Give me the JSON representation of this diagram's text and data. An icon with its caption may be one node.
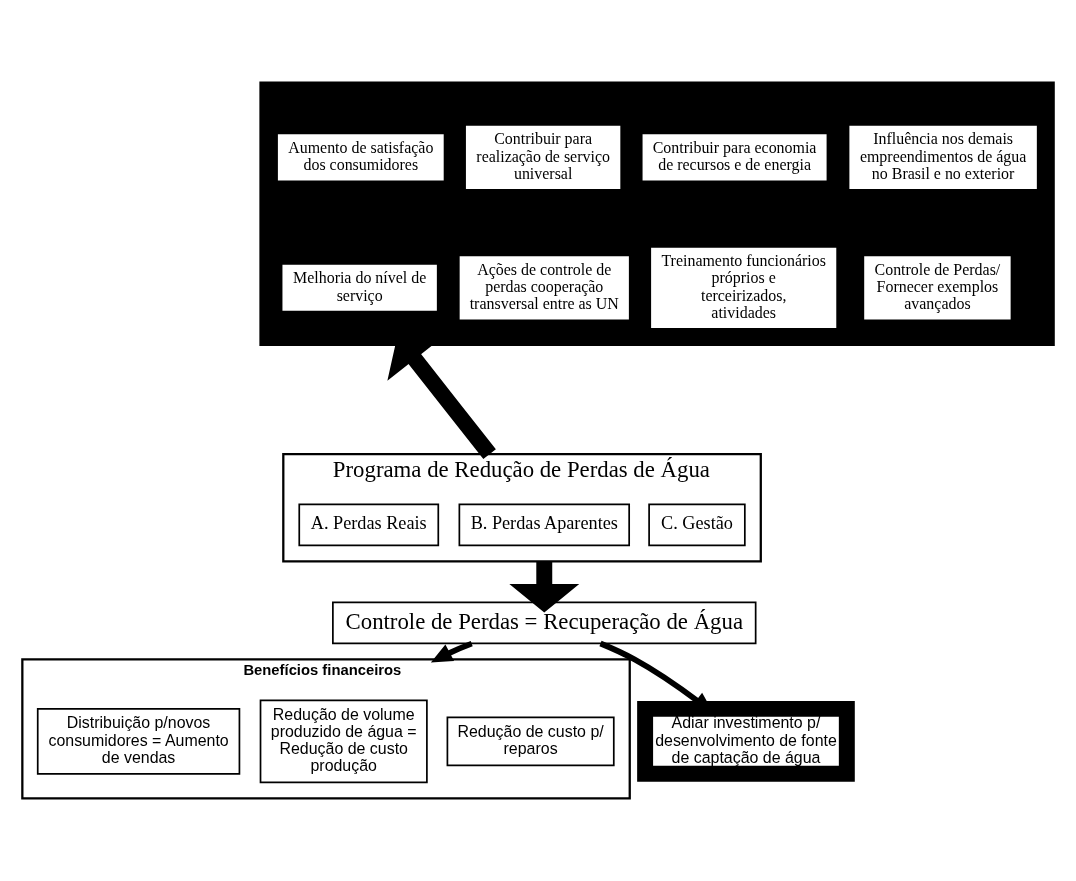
{
  "diagram": {
    "nodes": [
      {
        "text": [],
        "shape": "box"
      },
      {
        "text": [
          "Aumento de satisfação dos consumidores"
        ],
        "in": 0
      },
      {
        "text": [
          "Contribuir para realização de serviço universal"
        ],
        "in": 0
      },
      {
        "text": [
          "Contribuir para economia de recursos e de energia"
        ],
        "in": 0
      },
      {
        "text": [
          "Influência nos demais empreendimentos de água no Brasil e no exterior"
        ],
        "in": 0
      },
      {
        "text": [
          "Melhoria do nível de serviço"
        ],
        "in": 0
      },
      {
        "text": [
          "Ações de controle de perdas cooperação transversal entre as UN"
        ],
        "in": 0
      },
      {
        "text": [
          "Treinamento funcionários próprios e terceirizados, atividades"
        ],
        "in": 0
      },
      {
        "text": [
          "Controle de Perdas/ Fornecer exemplos avançados"
        ],
        "in": 0
      },
      {
        "text": [
          "Programa de Redução de Perdas de Água"
        ]
      },
      {
        "text": [
          "A. Perdas Reais"
        ],
        "in": 9
      },
      {
        "text": [
          "B. Perdas Aparentes"
        ],
        "in": 9
      },
      {
        "text": [
          "C. Gestão"
        ],
        "in": 9
      },
      {
        "text": [
          "Controle de Perdas = Recuperação de Água"
        ]
      },
      {
        "text": [
          "Benefícios financeiros"
        ]
      },
      {
        "text": [
          "Distribuição p/novos consumidores = Aumento de vendas"
        ],
        "in": 14
      },
      {
        "text": [
          "Redução de volume produzido de água = Redução de custo produção"
        ],
        "in": 14
      },
      {
        "text": [
          "Redução de custo p/ reparos"
        ],
        "in": 14
      },
      {
        "text": [
          "Adiar investimento p/ desenvolvimento de fonte de captação de água"
        ]
      }
    ],
    "edges": [
      {
        "from": 9,
        "to": 0,
        "arrow": "to",
        "style": "thick"
      },
      {
        "from": 9,
        "to": 13,
        "arrow": "to",
        "style": "thick"
      },
      {
        "from": 13,
        "to": 14,
        "arrow": "to"
      },
      {
        "from": 13,
        "to": 18,
        "arrow": "to"
      }
    ]
  }
}
